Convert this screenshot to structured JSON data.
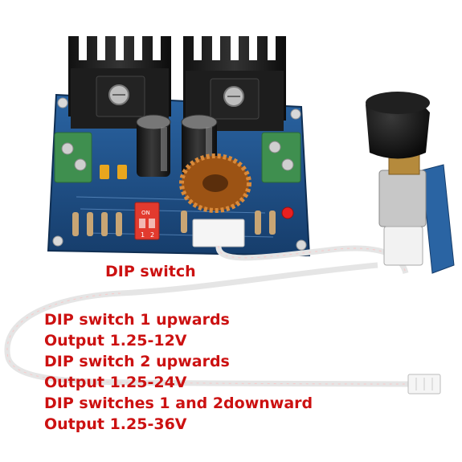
{
  "colors": {
    "caption_text": "#cc1111",
    "pcb": "#1f4f86",
    "heatsink": "#1c1c1c",
    "terminal": "#3f8f4f",
    "dip_switch": "#e23a2e",
    "cable": "#f3f3f3",
    "connector": "#f5f5f5",
    "copper_coil": "#b8661d"
  },
  "labels": {
    "dip_caption": "DIP switch",
    "dip_marking_on": "ON",
    "dip_marking_1": "1",
    "dip_marking_2": "2"
  },
  "notes": [
    "DIP switch 1 upwards",
    "Output 1.25-12V",
    "DIP switch 2 upwards",
    "Output 1.25-24V",
    "DIP switches 1 and 2downward",
    "Output 1.25-36V"
  ]
}
